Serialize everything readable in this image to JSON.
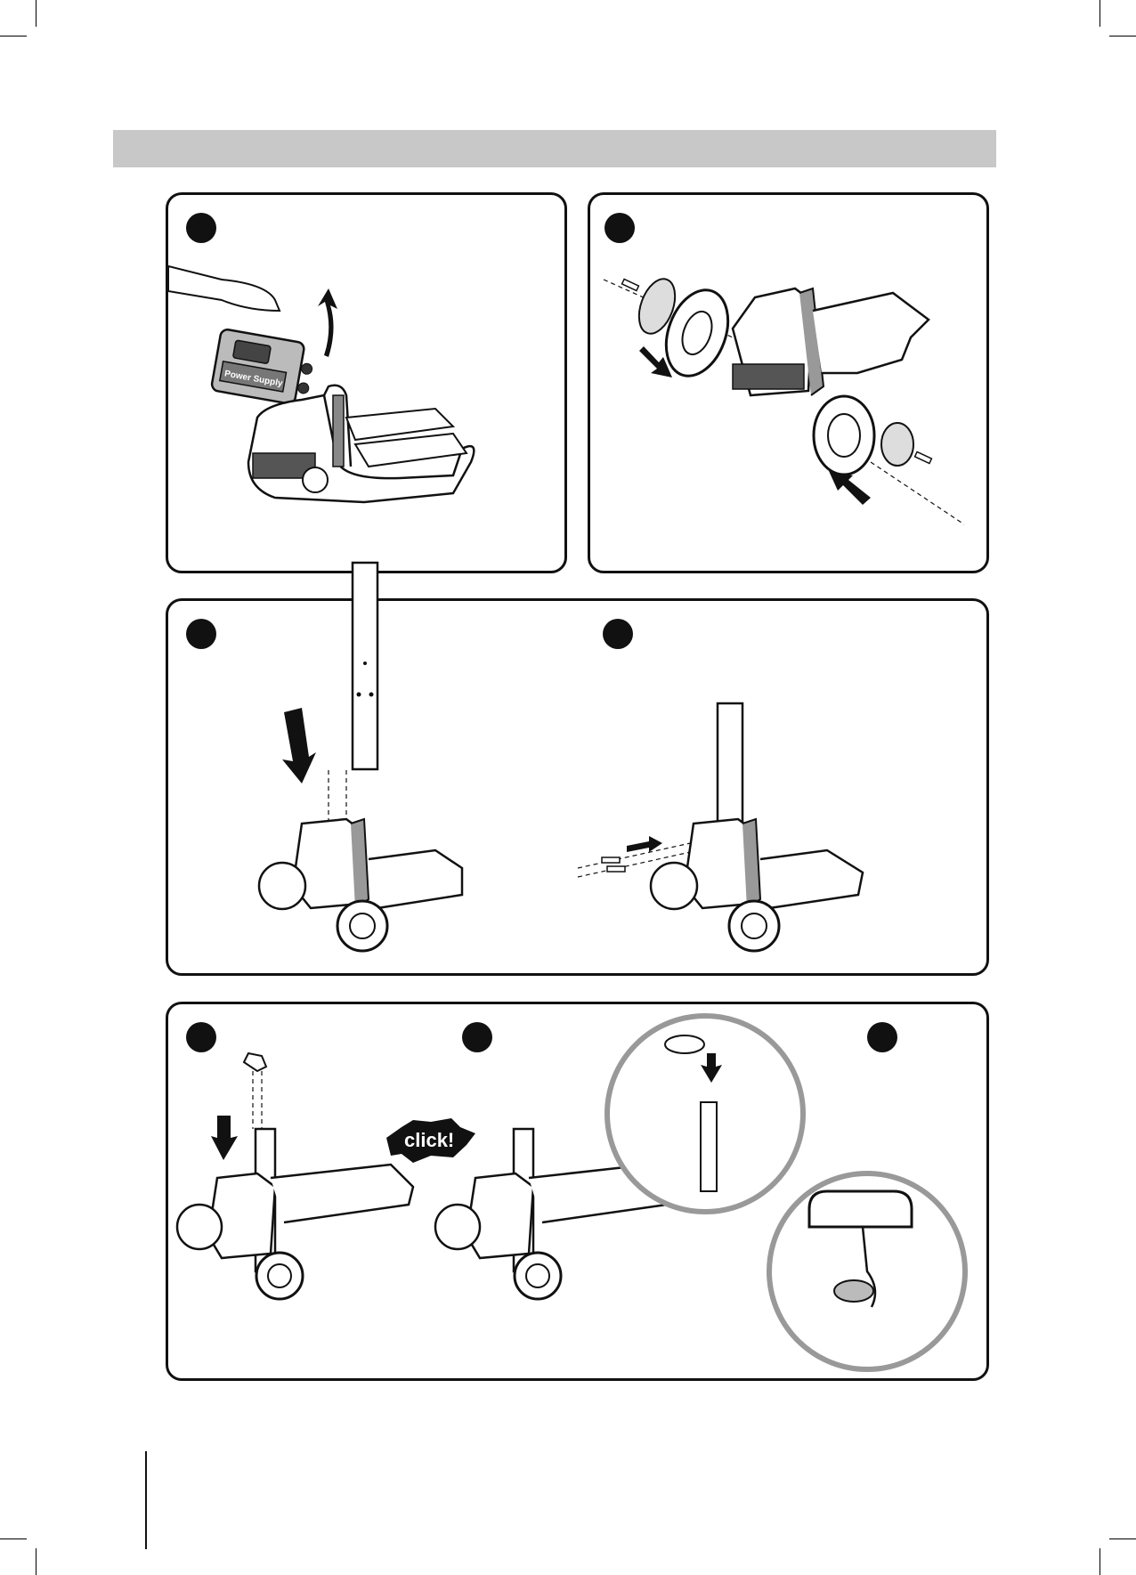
{
  "header": {
    "title": ""
  },
  "panels": [
    {
      "id": "panel-1",
      "steps": [
        {
          "label": ""
        }
      ]
    },
    {
      "id": "panel-2",
      "steps": [
        {
          "label": ""
        }
      ]
    },
    {
      "id": "panel-3",
      "steps": [
        {
          "label": ""
        },
        {
          "label": ""
        }
      ]
    },
    {
      "id": "panel-4",
      "steps": [
        {
          "label": ""
        },
        {
          "label": ""
        },
        {
          "label": ""
        }
      ]
    }
  ],
  "illustrations": {
    "power_supply_label": "Power Supply",
    "click_callout": "click!"
  },
  "footer": {
    "page_number": ""
  }
}
